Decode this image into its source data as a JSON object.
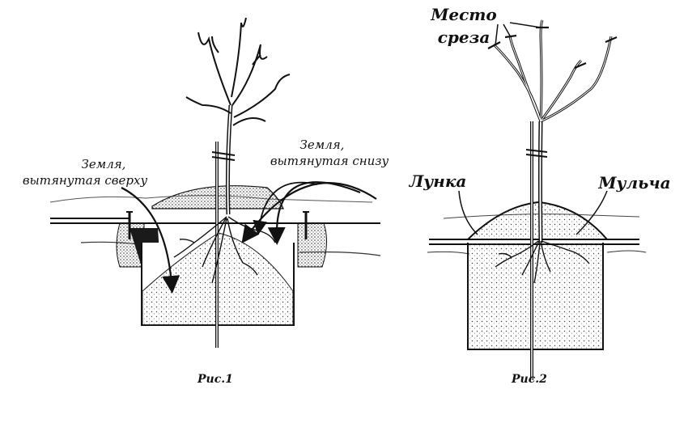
{
  "figure1": {
    "label_top": "Земля,",
    "label_soil_from_top": "вытянутая сверху",
    "label_top_right": "Земля,",
    "label_soil_from_bottom": "вытянутая снизу",
    "caption": "Рис.1"
  },
  "figure2": {
    "label_cut_line1": "Место",
    "label_cut_line2": "среза",
    "label_hole": "Лунка",
    "label_mulch": "Мульча",
    "caption": "Рис.2"
  }
}
